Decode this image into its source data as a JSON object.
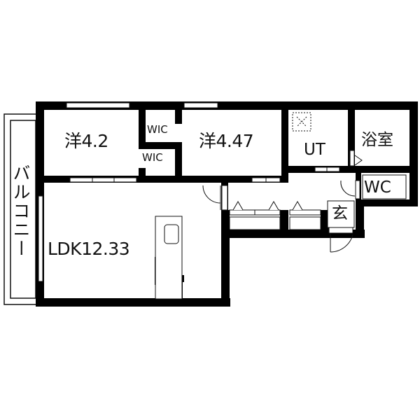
{
  "floor_plan": {
    "type": "apartment-floor-plan",
    "rooms": [
      {
        "id": "western-room-1",
        "label": "洋4.2",
        "kind": "Western-style bedroom",
        "area_jo": 4.2
      },
      {
        "id": "wic-1",
        "label": "WIC",
        "kind": "Walk-in closet"
      },
      {
        "id": "wic-2",
        "label": "WIC",
        "kind": "Walk-in closet"
      },
      {
        "id": "western-room-2",
        "label": "洋4.47",
        "kind": "Western-style bedroom",
        "area_jo": 4.47
      },
      {
        "id": "utility",
        "label": "UT",
        "kind": "Utility / washroom"
      },
      {
        "id": "bathroom",
        "label": "浴室",
        "kind": "Bathroom"
      },
      {
        "id": "toilet",
        "label": "WC",
        "kind": "Toilet"
      },
      {
        "id": "entrance",
        "label": "玄",
        "kind": "Entrance (genkan)"
      },
      {
        "id": "ldk",
        "label": "LDK12.33",
        "kind": "Living / Dining / Kitchen",
        "area_jo": 12.33
      },
      {
        "id": "balcony",
        "label": "バルコニー",
        "kind": "Balcony"
      }
    ],
    "colors": {
      "wall": "#000000",
      "background": "#ffffff",
      "line": "#111111"
    }
  }
}
